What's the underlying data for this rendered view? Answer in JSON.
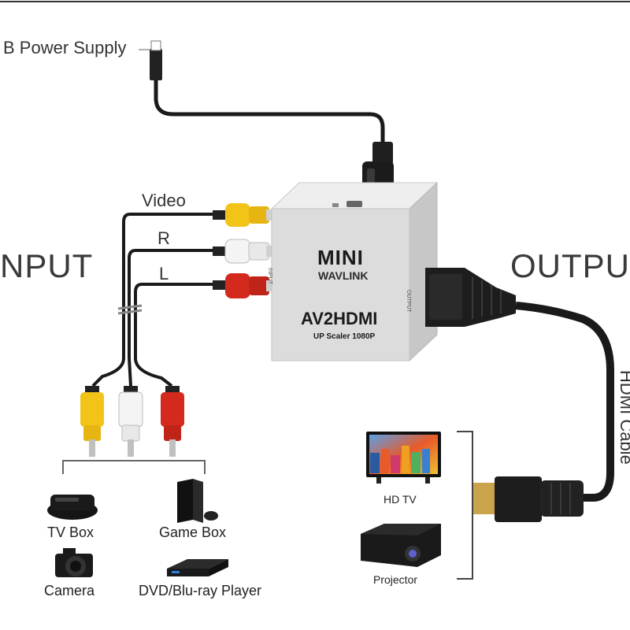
{
  "labels": {
    "power_supply": "B Power Supply",
    "input": "NPUT",
    "output": "OUTPU",
    "video": "Video",
    "r": "R",
    "l": "L",
    "hdmi_cable": "HDMI Cable",
    "hd_tv": "HD TV",
    "projector": "Projector",
    "tv_box": "TV Box",
    "game_box": "Game Box",
    "camera": "Camera",
    "dvd_player": "DVD/Blu-ray Player"
  },
  "device": {
    "brand_top": "MINI",
    "brand_bottom": "WAVLINK",
    "model": "AV2HDMI",
    "subtitle": "UP Scaler 1080P",
    "input_port": "INPUT",
    "output_port": "OUTPUT"
  },
  "colors": {
    "background": "#ffffff",
    "cable": "#1a1a1a",
    "video_plug": "#f2c418",
    "right_plug": "#f2f2f2",
    "left_plug": "#d42a1e",
    "device_body": "#dcdcdc"
  }
}
